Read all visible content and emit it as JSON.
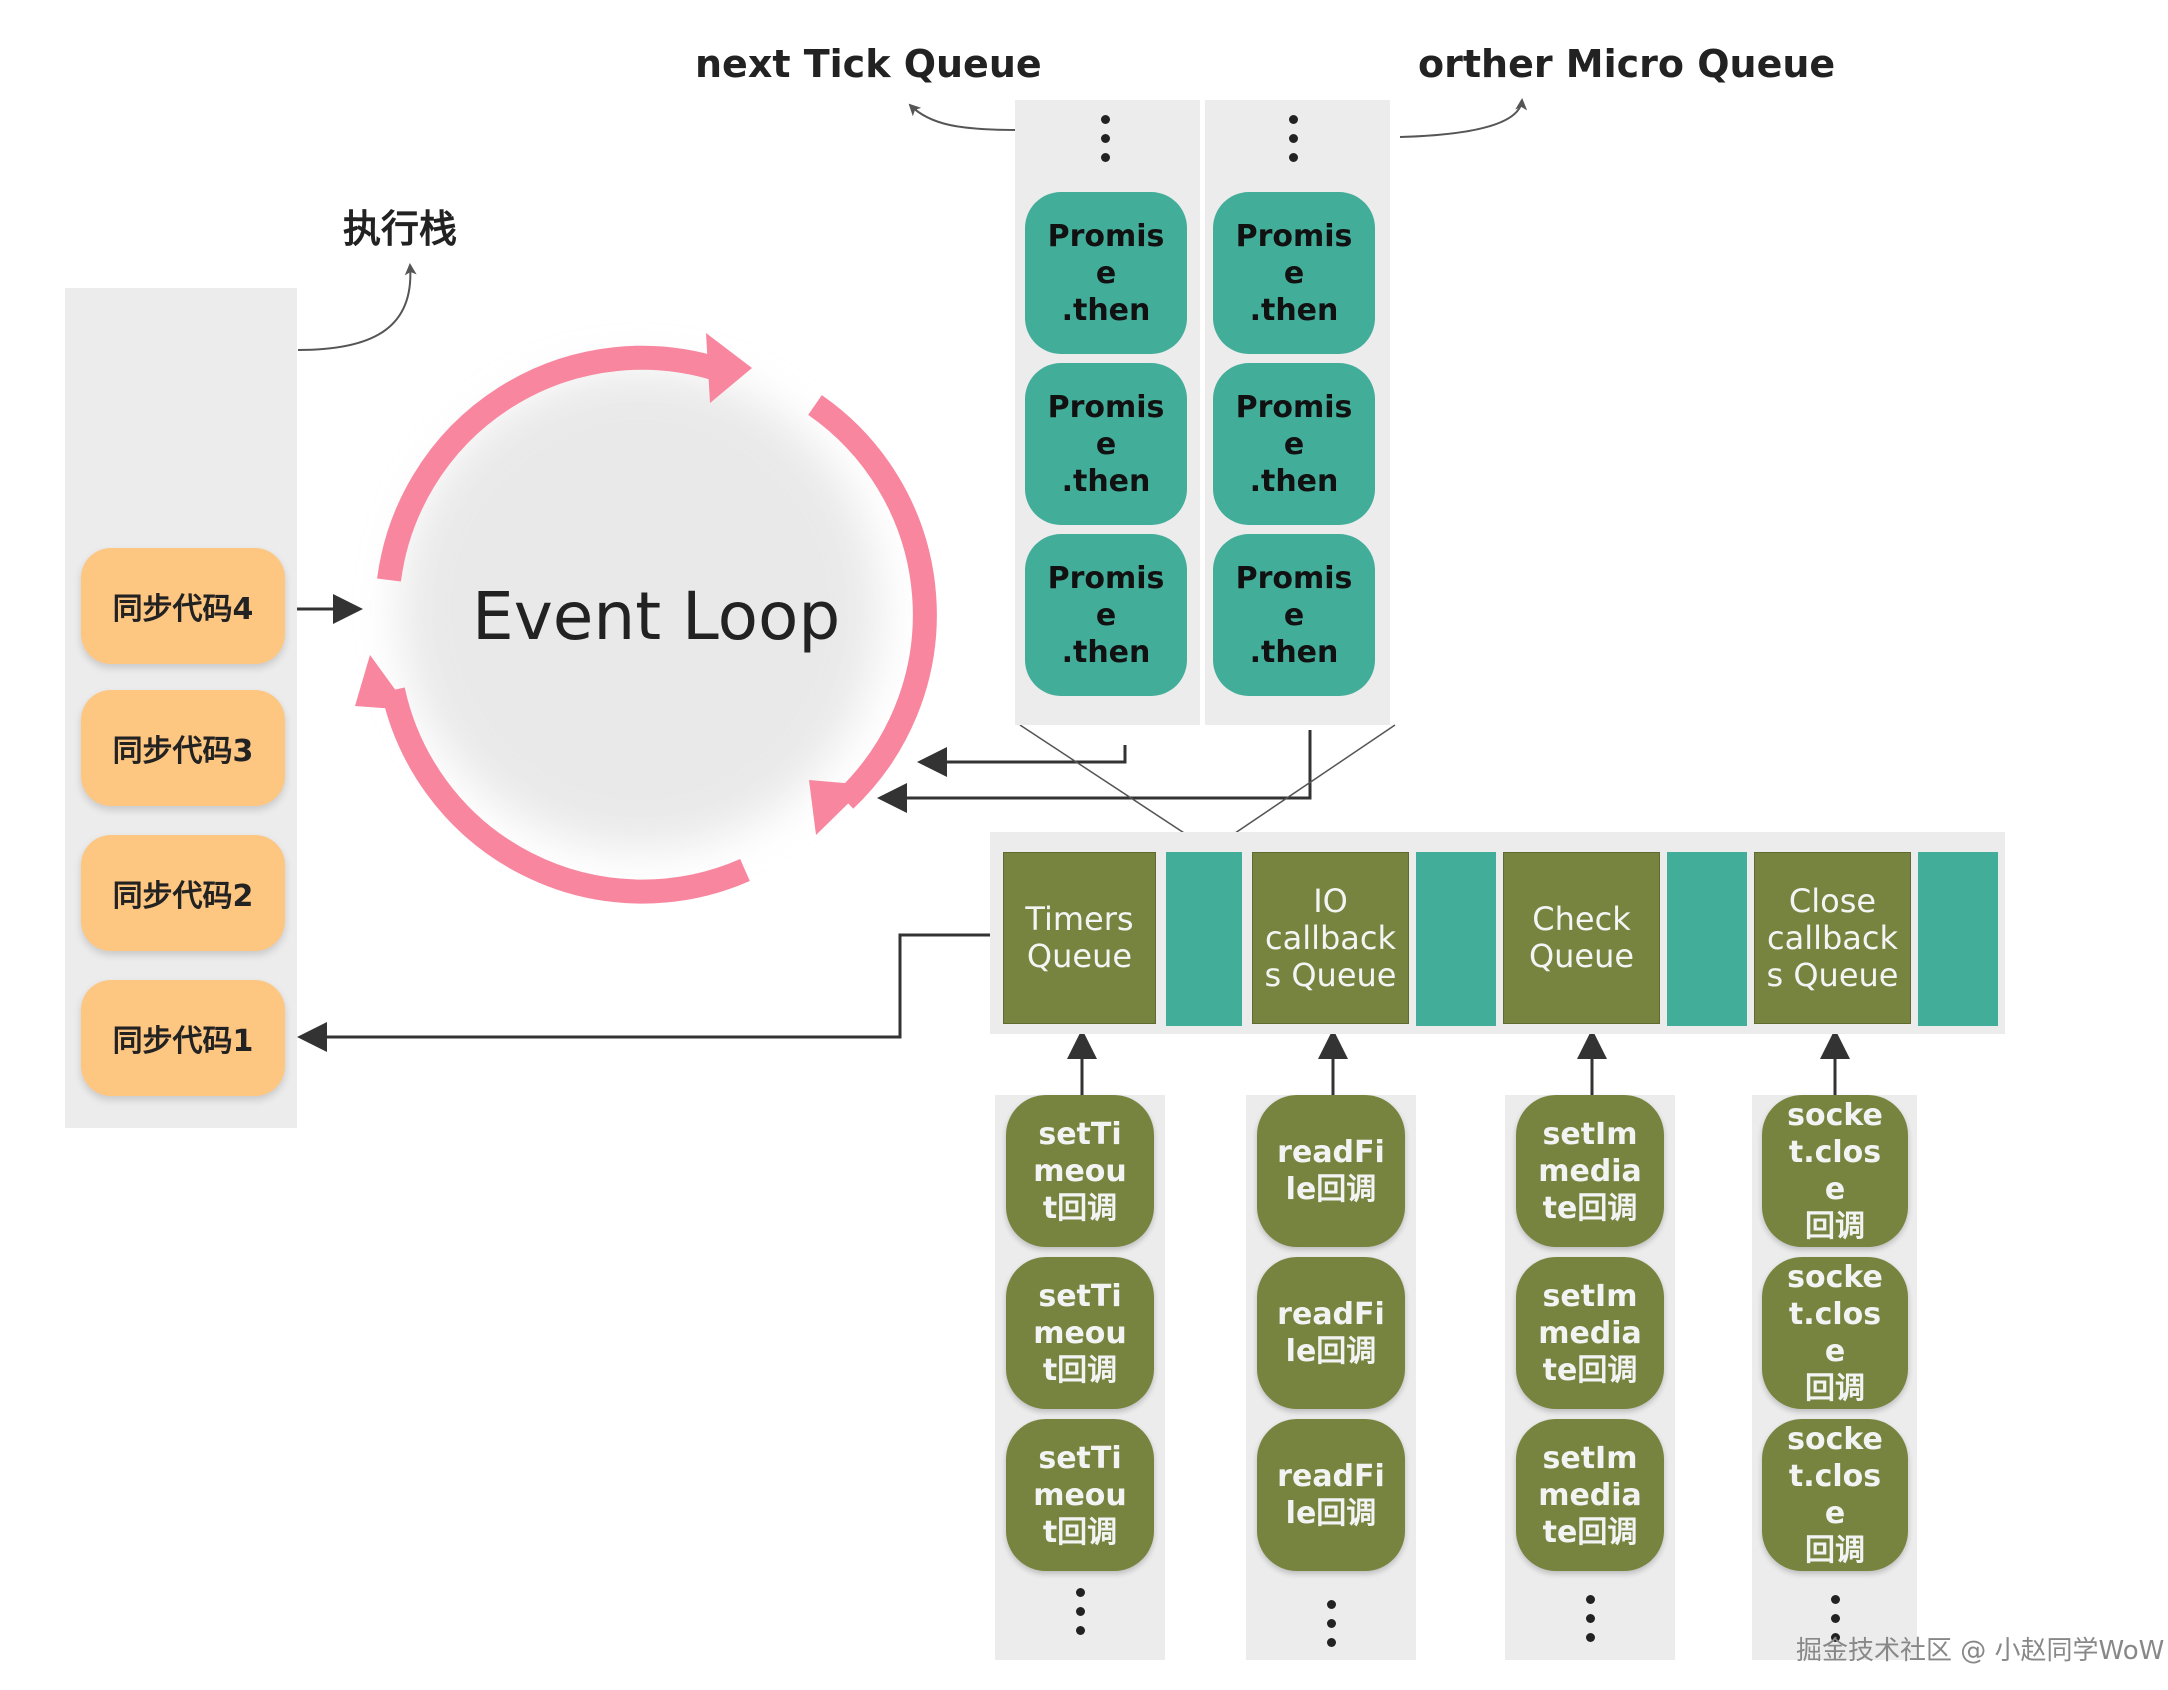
{
  "labels": {
    "next_tick_queue": "next Tick Queue",
    "other_micro_queue": "orther Micro Queue",
    "exec_stack": "执行栈",
    "event_loop": "Event Loop"
  },
  "exec_stack_items": [
    "同步代码4",
    "同步代码3",
    "同步代码2",
    "同步代码1"
  ],
  "next_tick_items": [
    "Promis\ne\n.then",
    "Promis\ne\n.then",
    "Promis\ne\n.then"
  ],
  "micro_items": [
    "Promis\ne\n.then",
    "Promis\ne\n.then",
    "Promis\ne\n.then"
  ],
  "phases": [
    "Timers\nQueue",
    "IO\ncallback\ns Queue",
    "Check\nQueue",
    "Close\ncallback\ns Queue"
  ],
  "callbacks": {
    "timers": [
      "setTi\nmeou\nt回调",
      "setTi\nmeou\nt回调",
      "setTi\nmeou\nt回调"
    ],
    "io": [
      "readFi\nle回调",
      "readFi\nle回调",
      "readFi\nle回调"
    ],
    "check": [
      "setIm\nmedia\nte回调",
      "setIm\nmedia\nte回调",
      "setIm\nmedia\nte回调"
    ],
    "close": [
      "socke\nt.clos\ne\n回调",
      "socke\nt.clos\ne\n回调",
      "socke\nt.clos\ne\n回调"
    ]
  },
  "watermark": "掘金技术社区 @ 小赵同学WoW",
  "colors": {
    "sync_block": "#fdc681",
    "micro_block": "#42ad99",
    "macro_block": "#77843f",
    "loop_arrow": "#f8869f",
    "panel": "#ececec"
  }
}
